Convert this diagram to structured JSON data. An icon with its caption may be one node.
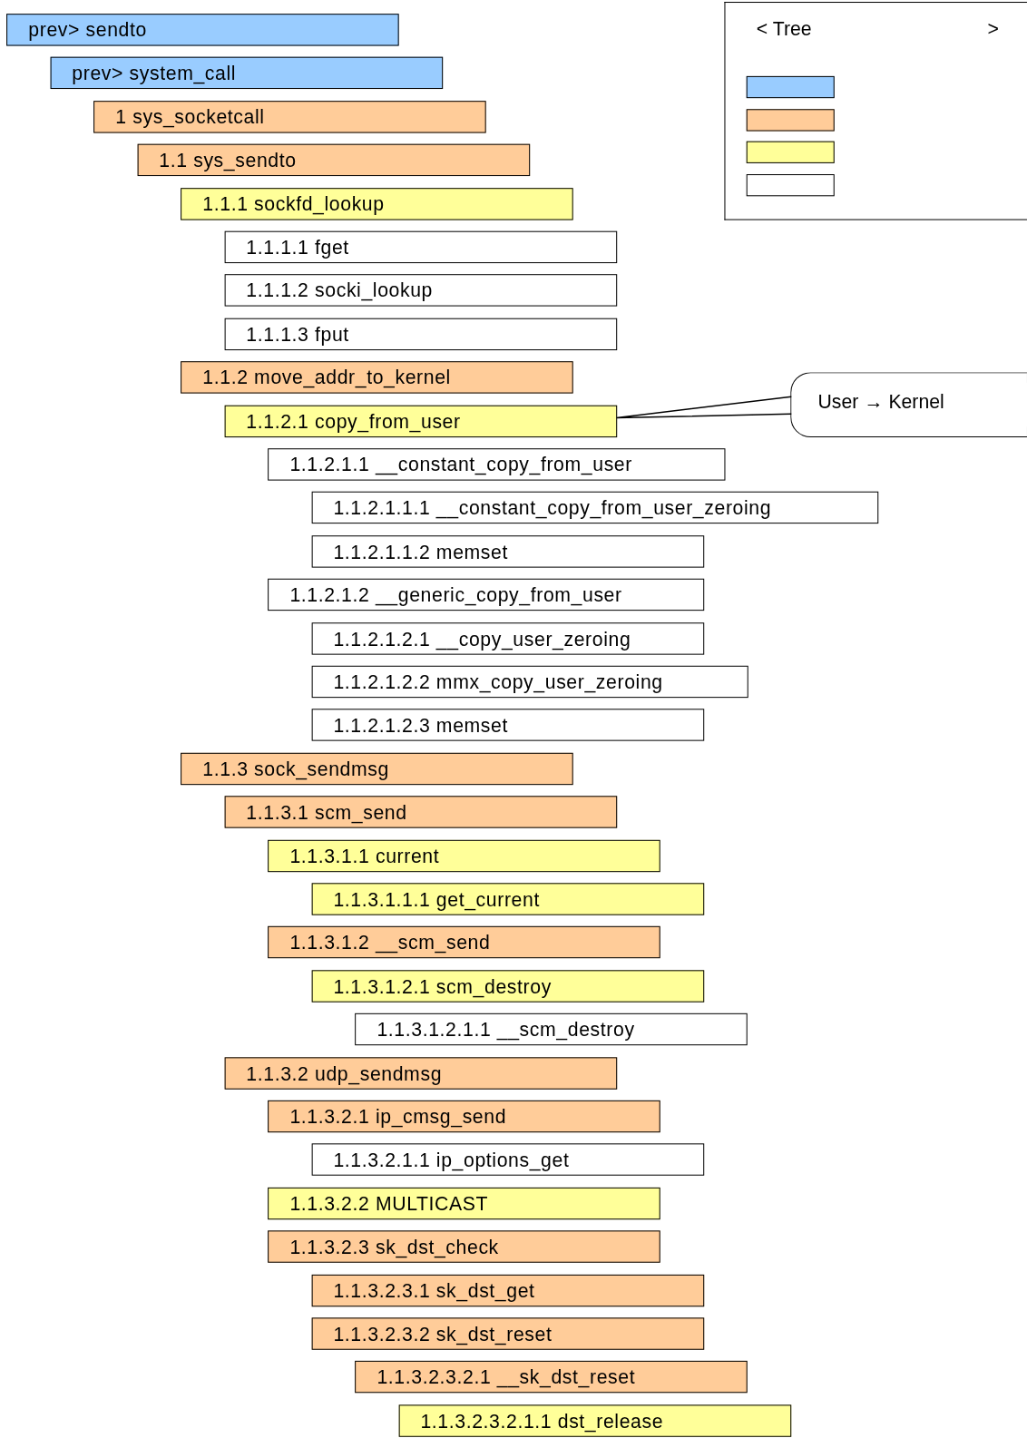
{
  "diagram": {
    "nodes": [
      {
        "text": [
          "prev> sendto"
        ]
      },
      {
        "text": [
          "prev> system_call"
        ]
      },
      {
        "text": [
          "1 sys_socketcall"
        ]
      },
      {
        "text": [
          "1.1 sys_sendto"
        ]
      },
      {
        "text": [
          "1.1.1 sockfd_lookup"
        ]
      },
      {
        "text": [
          "1.1.1.1 fget"
        ]
      },
      {
        "text": [
          "1.1.1.2 socki_lookup"
        ]
      },
      {
        "text": [
          "1.1.1.3 fput"
        ]
      },
      {
        "text": [
          "1.1.2 move_addr_to_kernel"
        ]
      },
      {
        "text": [
          "1.1.2.1 copy_from_user"
        ]
      },
      {
        "text": [
          "1.1.2.1.1 __constant_copy_from_user"
        ]
      },
      {
        "text": [
          "1.1.2.1.1.1 __constant_copy_from_user_zeroing"
        ]
      },
      {
        "text": [
          "1.1.2.1.1.2 memset"
        ]
      },
      {
        "text": [
          "1.1.2.1.2 __generic_copy_from_user"
        ]
      },
      {
        "text": [
          "1.1.2.1.2.1 __copy_user_zeroing"
        ]
      },
      {
        "text": [
          "1.1.2.1.2.2 mmx_copy_user_zeroing"
        ]
      },
      {
        "text": [
          "1.1.2.1.2.3 memset"
        ]
      },
      {
        "text": [
          "1.1.3 sock_sendmsg"
        ]
      },
      {
        "text": [
          "1.1.3.1 scm_send"
        ]
      },
      {
        "text": [
          "1.1.3.1.1 current"
        ]
      },
      {
        "text": [
          "1.1.3.1.1.1 get_current"
        ]
      },
      {
        "text": [
          "1.1.3.1.2 __scm_send"
        ]
      },
      {
        "text": [
          "1.1.3.1.2.1 scm_destroy"
        ]
      },
      {
        "text": [
          "1.1.3.1.2.1.1 __scm_destroy"
        ]
      },
      {
        "text": [
          "1.1.3.2 udp_sendmsg"
        ]
      },
      {
        "text": [
          "1.1.3.2.1 ip_cmsg_send"
        ]
      },
      {
        "text": [
          "1.1.3.2.1.1 ip_options_get"
        ]
      },
      {
        "text": [
          "1.1.3.2.2 MULTICAST"
        ]
      },
      {
        "text": [
          "1.1.3.2.3 sk_dst_check"
        ]
      },
      {
        "text": [
          "1.1.3.2.3.1 sk_dst_get"
        ]
      },
      {
        "text": [
          "1.1.3.2.3.2 sk_dst_reset"
        ]
      },
      {
        "text": [
          "1.1.3.2.3.2.1 __sk_dst_reset"
        ]
      },
      {
        "text": [
          "1.1.3.2.3.2.1.1 dst_release"
        ]
      },
      {
        "text": [
          "< Tree",
          ">"
        ]
      },
      {
        "text": [],
        "shape": "box",
        "in": 33
      },
      {
        "text": [],
        "shape": "box",
        "in": 33
      },
      {
        "text": [],
        "shape": "box",
        "in": 33
      },
      {
        "text": [],
        "shape": "box",
        "in": 33
      },
      {
        "text": [
          "User → Kernel"
        ]
      }
    ],
    "edges": [
      {
        "from": 38,
        "to": 9,
        "arrow": "none"
      }
    ]
  }
}
